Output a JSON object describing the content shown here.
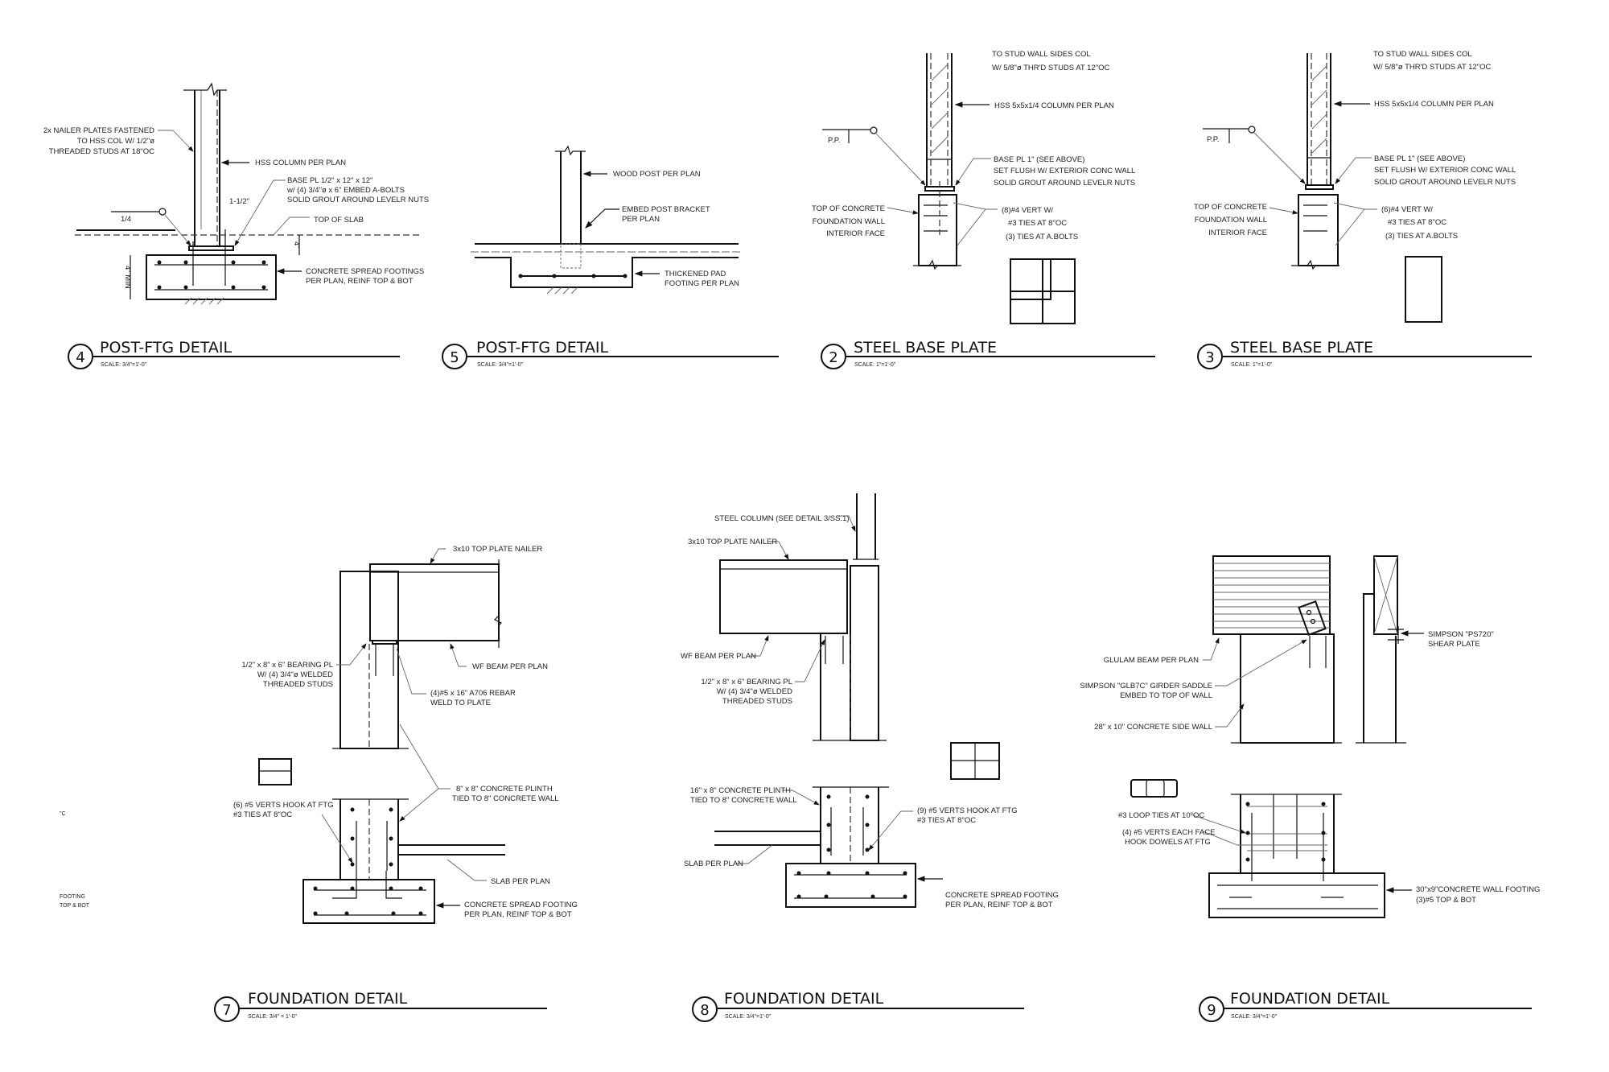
{
  "d4": {
    "num": "4",
    "title": "POST-FTG DETAIL",
    "scale": "SCALE: 3/4\"=1'-0\"",
    "notes": [
      "2x NAILER PLATES FASTENED",
      "TO HSS COL W/ 1/2\"ø",
      "THREADED STUDS AT 18\"OC",
      "HSS COLUMN PER PLAN",
      "BASE PL 1/2\" x 12\" x 12\"",
      "w/ (4) 3/4\"ø x 6\" EMBED A-BOLTS",
      "SOLID GROUT AROUND LEVELR NUTS",
      "1-1/2\"",
      "1/4",
      "TOP OF SLAB",
      "4\"",
      "4\" MIN",
      "CONCRETE SPREAD FOOTINGS",
      "PER PLAN, REINF TOP & BOT"
    ]
  },
  "d5": {
    "num": "5",
    "title": "POST-FTG DETAIL",
    "scale": "SCALE: 3/4\"=1'-0\"",
    "notes": [
      "WOOD POST PER PLAN",
      "EMBED POST BRACKET",
      "PER PLAN",
      "THICKENED PAD",
      "FOOTING PER PLAN"
    ]
  },
  "d2": {
    "num": "2",
    "title": "STEEL BASE PLATE",
    "scale": "SCALE: 1\"=1'-0\"",
    "notes": [
      "TO STUD WALL SIDES COL",
      "W/ 5/8\"ø THR'D STUDS AT 12\"OC",
      "HSS 5x5x1/4 COLUMN PER PLAN",
      "P.P.",
      "BASE PL 1\" (SEE ABOVE)",
      "SET FLUSH W/ EXTERIOR CONC WALL",
      "SOLID GROUT AROUND LEVELR NUTS",
      "TOP OF CONCRETE",
      "FOUNDATION WALL",
      "INTERIOR FACE",
      "(8)#4 VERT W/",
      "#3 TIES AT 8\"OC",
      "(3) TIES AT A.BOLTS"
    ]
  },
  "d3": {
    "num": "3",
    "title": "STEEL BASE PLATE",
    "scale": "SCALE: 1\"=1'-0\"",
    "notes": [
      "TO STUD WALL SIDES COL",
      "W/ 5/8\"ø THR'D STUDS AT 12\"OC",
      "HSS 5x5x1/4 COLUMN PER PLAN",
      "P.P.",
      "BASE PL 1\" (SEE ABOVE)",
      "SET FLUSH W/ EXTERIOR CONC WALL",
      "SOLID GROUT AROUND LEVELR NUTS",
      "TOP OF CONCRETE",
      "FOUNDATION WALL",
      "INTERIOR FACE",
      "(6)#4 VERT W/",
      "#3 TIES AT 8\"OC",
      "(3) TIES AT A.BOLTS"
    ]
  },
  "d7": {
    "num": "7",
    "title": "FOUNDATION DETAIL",
    "scale": "SCALE: 3/4\" = 1'-0\"",
    "notes": [
      "3x10 TOP PLATE NAILER",
      "WF BEAM PER PLAN",
      "1/2\" x 8\" x 6\" BEARING PL",
      "W/ (4) 3/4\"ø WELDED",
      "THREADED STUDS",
      "(4)#5 x 16\" A706 REBAR",
      "WELD TO PLATE",
      "8\" x 8\" CONCRETE PLINTH",
      "TIED TO 8\" CONCRETE WALL",
      "(6) #5 VERTS HOOK AT FTG",
      "#3 TIES AT 8\"OC",
      "SLAB PER PLAN",
      "CONCRETE SPREAD FOOTING",
      "PER PLAN, REINF TOP & BOT"
    ]
  },
  "d8": {
    "num": "8",
    "title": "FOUNDATION DETAIL",
    "scale": "SCALE: 3/4\"=1'-0\"",
    "notes": [
      "STEEL COLUMN (SEE DETAIL 3/SS.1)",
      "3x10 TOP PLATE NAILER",
      "WF BEAM PER PLAN",
      "1/2\" x 8\" x 6\" BEARING PL",
      "W/ (4) 3/4\"ø WELDED",
      "THREADED STUDS",
      "16\" x 8\" CONCRETE PLINTH",
      "TIED TO 8\" CONCRETE WALL",
      "(9) #5 VERTS HOOK AT FTG",
      "#3 TIES AT 8\"OC",
      "SLAB PER PLAN",
      "CONCRETE SPREAD FOOTING",
      "PER PLAN, REINF TOP & BOT"
    ]
  },
  "d9": {
    "num": "9",
    "title": "FOUNDATION DETAIL",
    "scale": "SCALE: 3/4\"=1'-0\"",
    "notes": [
      "SIMPSON \"PS720\"",
      "SHEAR PLATE",
      "GLULAM BEAM PER PLAN",
      "SIMPSON \"GLB7C\" GIRDER SADDLE",
      "EMBED TO TOP OF WALL",
      "28\" x 10\" CONCRETE SIDE WALL",
      "#3 LOOP TIES AT 10\"OC",
      "(4) #5 VERTS EACH FACE",
      "HOOK DOWELS AT FTG",
      "30\"x9\"CONCRETE WALL FOOTING",
      "(3)#5 TOP & BOT"
    ]
  },
  "edge": {
    "notes": [
      "\"C",
      "FOOTING",
      "TOP & BOT"
    ]
  }
}
